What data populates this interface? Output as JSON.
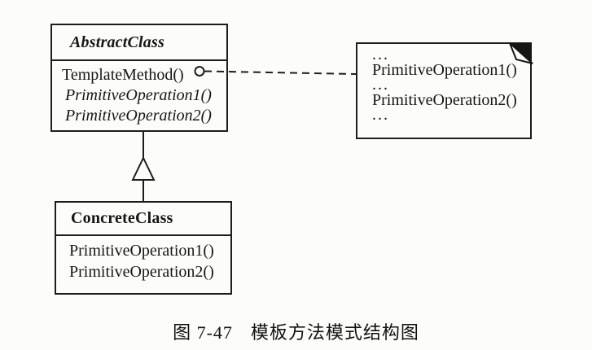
{
  "diagram": {
    "abstract_class": {
      "name": "AbstractClass",
      "methods": [
        "TemplateMethod()",
        "PrimitiveOperation1()",
        "PrimitiveOperation2()"
      ]
    },
    "concrete_class": {
      "name": "ConcreteClass",
      "methods": [
        "PrimitiveOperation1()",
        "PrimitiveOperation2()"
      ]
    },
    "note": {
      "lines": [
        "...",
        "PrimitiveOperation1()",
        "...",
        "PrimitiveOperation2()",
        "..."
      ]
    },
    "caption": {
      "figure_label": "图 7-47",
      "figure_title": "模板方法模式结构图"
    },
    "colors": {
      "ink": "#1d1d1b",
      "paper": "#fcfcfa",
      "fold": "#151513"
    }
  }
}
